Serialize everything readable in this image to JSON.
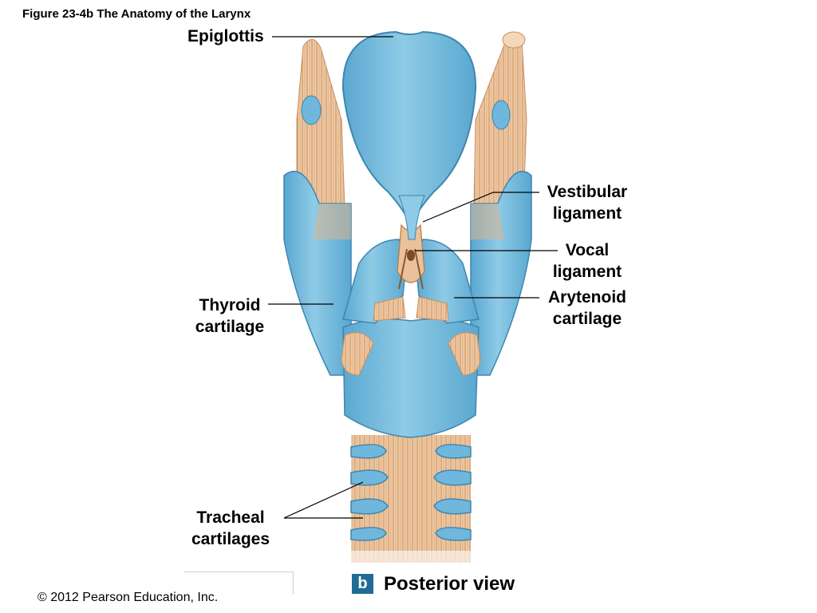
{
  "figure": {
    "title": "Figure 23-4b  The Anatomy of the Larynx"
  },
  "labels": {
    "epiglottis": "Epiglottis",
    "vestibular_1": "Vestibular",
    "vestibular_2": "ligament",
    "vocal_1": "Vocal",
    "vocal_2": "ligament",
    "arytenoid_1": "Arytenoid",
    "arytenoid_2": "cartilage",
    "thyroid_1": "Thyroid",
    "thyroid_2": "cartilage",
    "tracheal_1": "Tracheal",
    "tracheal_2": "cartilages"
  },
  "panel": {
    "letter": "b",
    "caption": "Posterior view"
  },
  "footer": {
    "copyright": "© 2012 Pearson Education, Inc."
  },
  "colors": {
    "cartilage": "#7cc0df",
    "cartilage_dark": "#4a93bd",
    "ligament": "#ecc6a0",
    "ligament_dark": "#c98f5e",
    "badge": "#1f6c97"
  }
}
